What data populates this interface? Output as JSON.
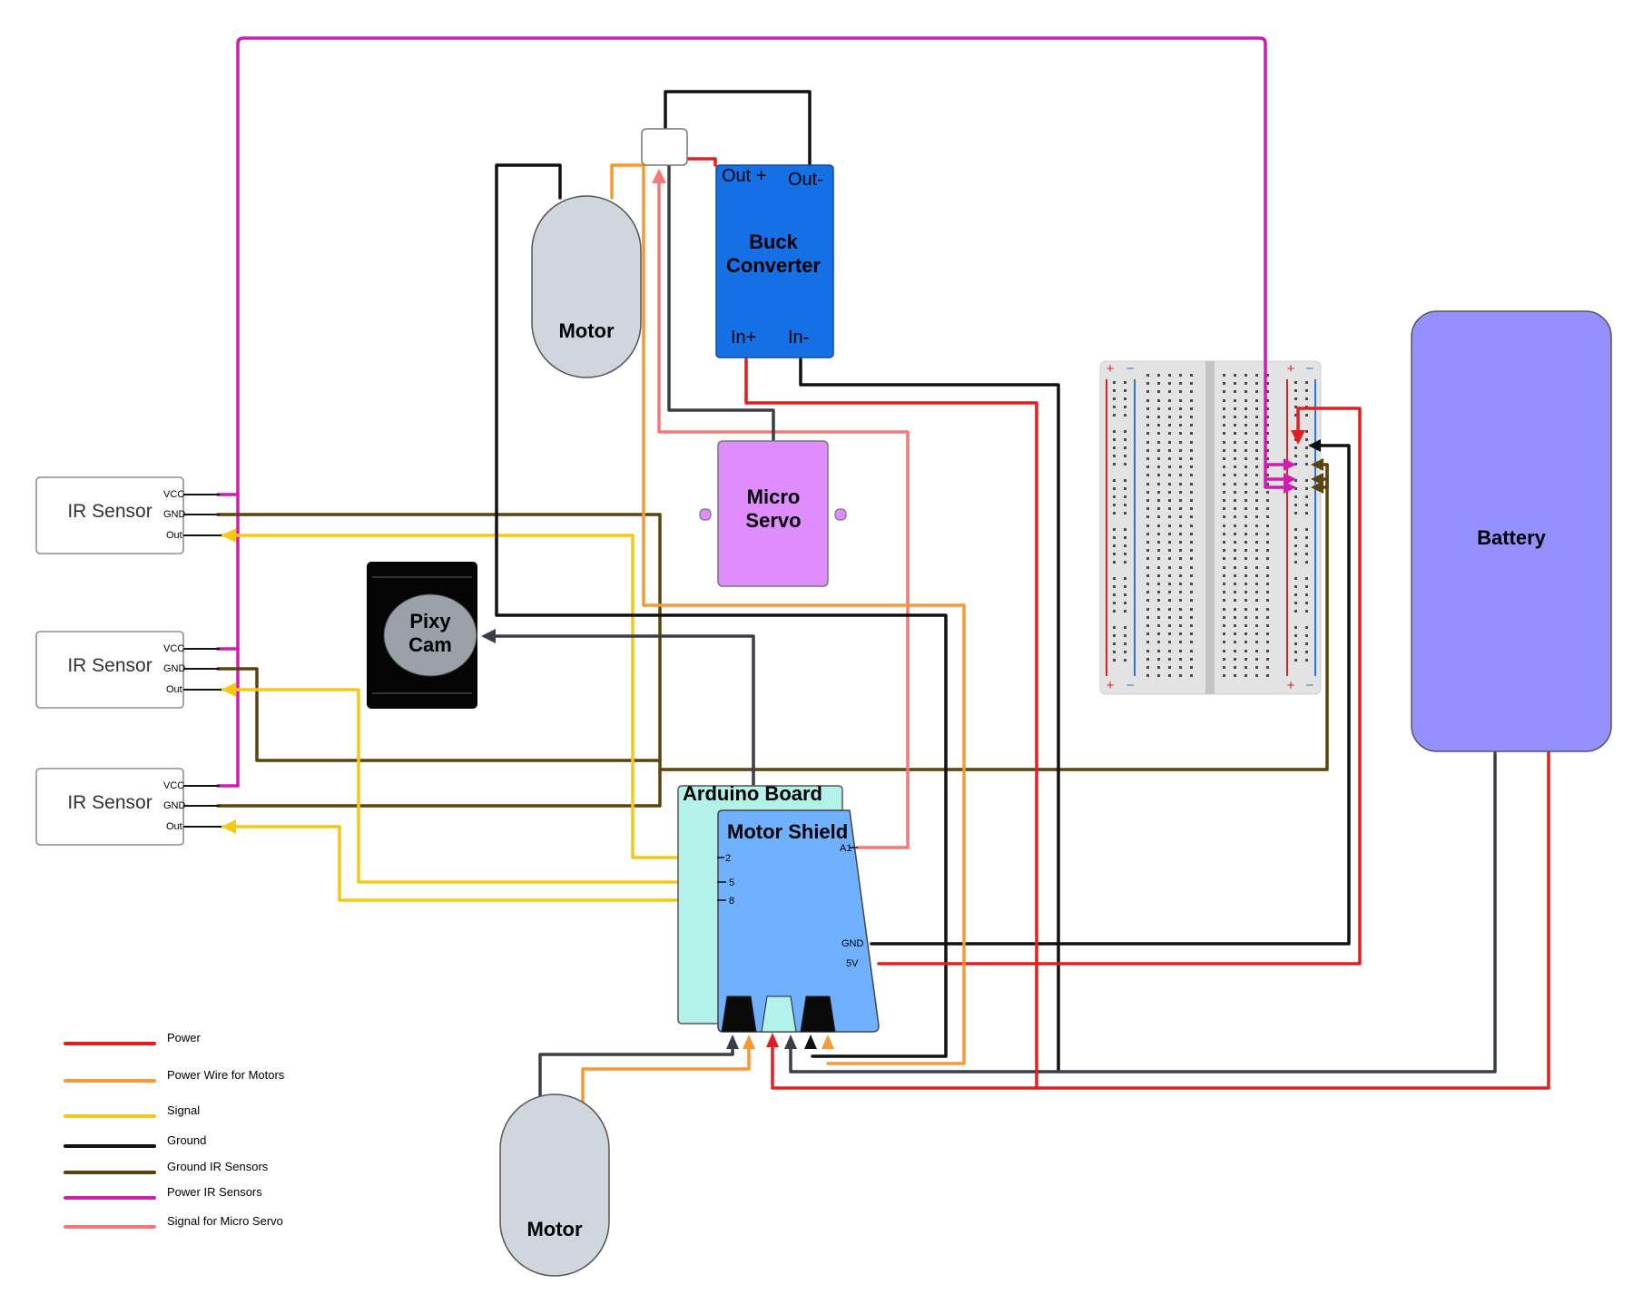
{
  "colors": {
    "power": "#e02020",
    "power_motors": "#f59a32",
    "signal": "#f5c816",
    "ground": "#111111",
    "ground_ir": "#5c420c",
    "power_ir": "#cc1fae",
    "signal_servo": "#f47a7a",
    "wire_gray": "#3a3f47",
    "motor_fill": "#cfd6de",
    "buck_fill": "#1570e6",
    "servo_fill": "#df8cff",
    "shield_fill": "#6fb0ff",
    "arduino_fill": "#b2f2ea",
    "battery_fill": "#9490ff",
    "pixy_fill": "#050505",
    "pixy_lens": "#9aa1a9"
  },
  "components": {
    "ir_sensor_1": {
      "label": "IR Sensor",
      "pins": [
        "VCC",
        "GND",
        "Out"
      ]
    },
    "ir_sensor_2": {
      "label": "IR Sensor",
      "pins": [
        "VCC",
        "GND",
        "Out"
      ]
    },
    "ir_sensor_3": {
      "label": "IR Sensor",
      "pins": [
        "VCC",
        "GND",
        "Out"
      ]
    },
    "pixy_cam": {
      "label_line1": "Pixy",
      "label_line2": "Cam"
    },
    "motor_top": {
      "label": "Motor"
    },
    "motor_bottom": {
      "label": "Motor"
    },
    "buck_converter": {
      "label_line1": "Buck",
      "label_line2": "Converter",
      "out_plus": "Out +",
      "out_minus": "Out-",
      "in_plus": "In+",
      "in_minus": "In-"
    },
    "micro_servo": {
      "label_line1": "Micro",
      "label_line2": "Servo"
    },
    "arduino_board": {
      "label": "Arduino Board"
    },
    "motor_shield": {
      "label": "Motor Shield",
      "pin_a1": "A1",
      "pin_2": "2",
      "pin_5": "5",
      "pin_8": "8",
      "pin_gnd": "GND",
      "pin_5v": "5V"
    },
    "battery": {
      "label": "Battery"
    },
    "breadboard": {
      "plus": "+",
      "minus": "−"
    }
  },
  "legend": [
    {
      "label": "Power",
      "color_key": "power"
    },
    {
      "label": "Power Wire for Motors",
      "color_key": "power_motors"
    },
    {
      "label": "Signal",
      "color_key": "signal"
    },
    {
      "label": "Ground",
      "color_key": "ground"
    },
    {
      "label": "Ground IR Sensors",
      "color_key": "ground_ir"
    },
    {
      "label": "Power IR Sensors",
      "color_key": "power_ir"
    },
    {
      "label": "Signal for Micro Servo",
      "color_key": "signal_servo"
    }
  ]
}
